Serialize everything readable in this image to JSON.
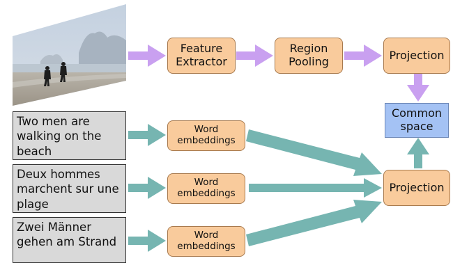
{
  "image": {
    "subject": "photo of two men walking on a beach",
    "colors": {
      "sky": "#c7d3e1",
      "rock": "#9ba8b6",
      "sea": "#b8c4cf",
      "sand": "#a8a196",
      "people": "#1e1e1e"
    }
  },
  "image_pipeline": {
    "feature_extractor": "Feature\nExtractor",
    "region_pooling": "Region\nPooling",
    "projection": "Projection"
  },
  "common_space": "Common\nspace",
  "text_pipeline": {
    "sentences": [
      "Two men are\nwalking on the\nbeach",
      "Deux hommes\nmarchent sur une\n plage",
      "Zwei Männer\ngehen am Strand"
    ],
    "word_embeddings": [
      "Word\nembeddings",
      "Word\nembeddings",
      "Word\nembeddings"
    ],
    "projection": "Projection"
  },
  "colors": {
    "purple_arrow": "#c9a0f0",
    "teal_arrow": "#76b5b1",
    "orange_box": "#f9cb9c",
    "blue_box": "#a4c2f4",
    "gray_box": "#d9d9d9"
  }
}
